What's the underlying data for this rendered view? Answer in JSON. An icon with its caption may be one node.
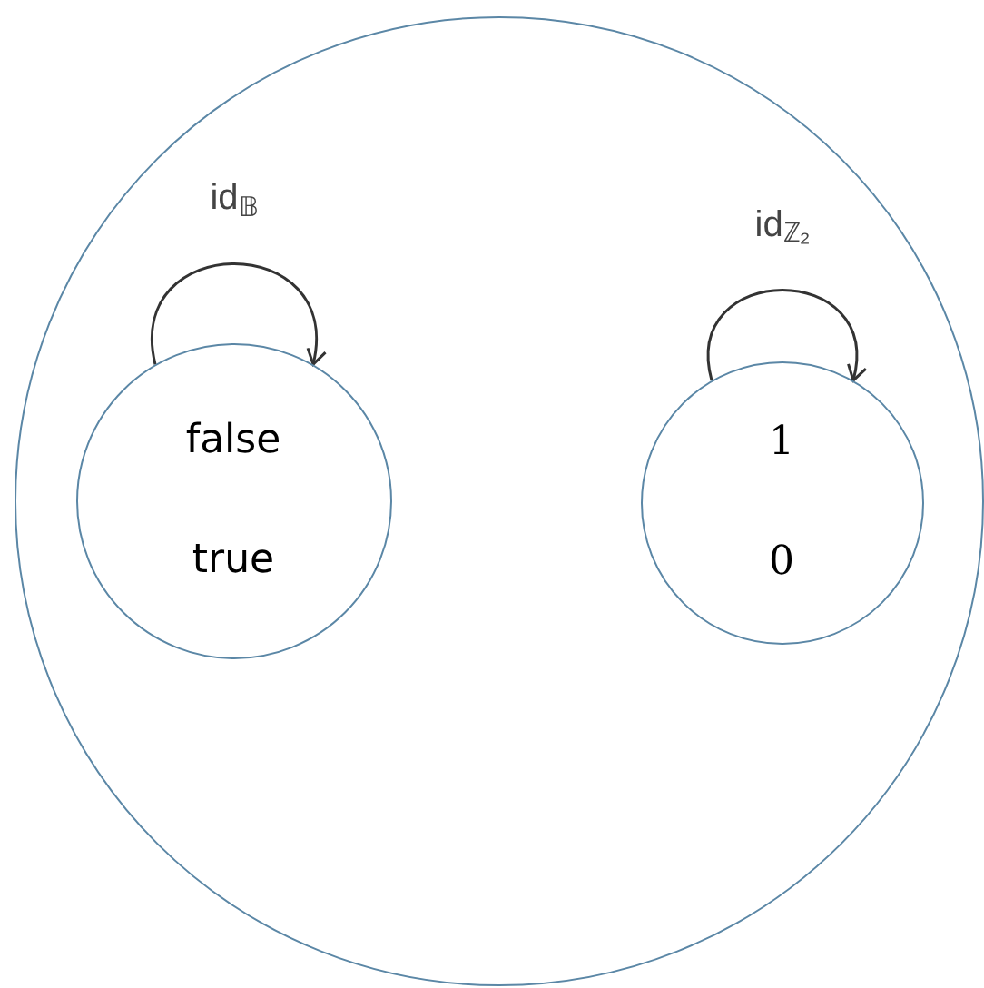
{
  "diagram": {
    "nodes": [
      {
        "text": [],
        "shape": "circle"
      },
      {
        "text": [
          "false",
          "true"
        ],
        "in": 0
      },
      {
        "text": [
          "1",
          "0"
        ],
        "in": 0
      }
    ],
    "edges": [
      {
        "from": 1,
        "to": 1,
        "arrow": "to",
        "label": "id$_{𝔹}$"
      },
      {
        "from": 2,
        "to": 2,
        "arrow": "to",
        "label": "id$_{ℤ₂}$"
      }
    ]
  }
}
